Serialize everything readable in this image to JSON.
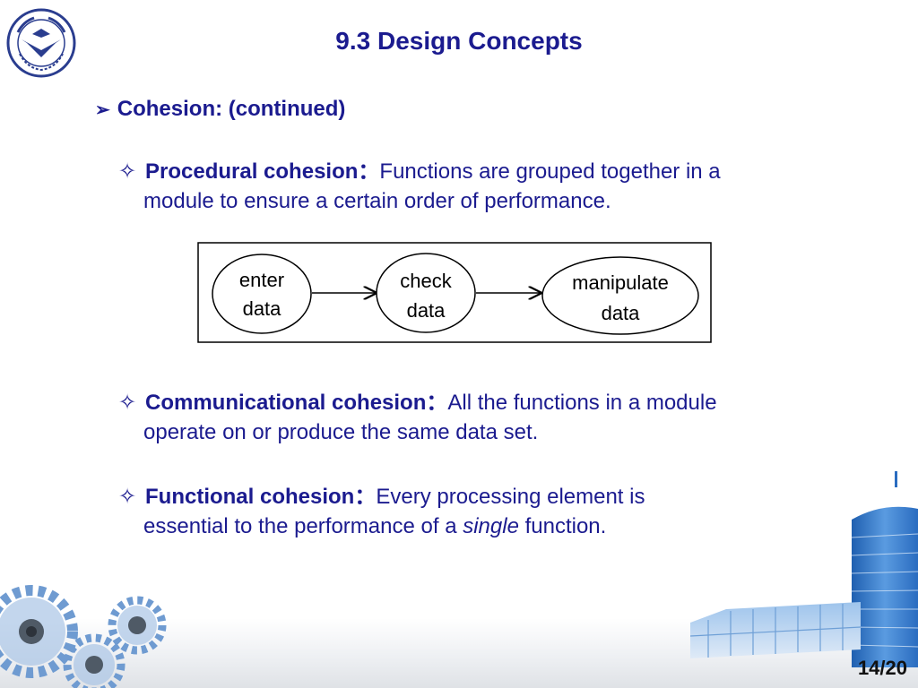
{
  "slide": {
    "title": "9.3  Design Concepts",
    "page_number": "14/20"
  },
  "logo": {
    "text": "ZHEJIANG UNIVERSITY",
    "year": "1897"
  },
  "bullet": {
    "marker": "➢",
    "label": "Cohesion: (continued)"
  },
  "items": [
    {
      "marker": "✧",
      "term": "Procedural cohesion：",
      "line1": "Functions are grouped together in a",
      "line2": "module to ensure a certain order of performance."
    },
    {
      "marker": "✧",
      "term": "Communicational cohesion：",
      "line1": "All the functions in a module",
      "line2": "operate on or produce the same data set."
    },
    {
      "marker": "✧",
      "term": "Functional cohesion：",
      "line1": "Every processing element is",
      "line2_before": "essential to the performance of a ",
      "line2_emph": "single",
      "line2_after": " function."
    }
  ],
  "diagram": {
    "nodes": [
      {
        "line1": "enter",
        "line2": "data"
      },
      {
        "line1": "check",
        "line2": "data"
      },
      {
        "line1": "manipulate",
        "line2": "data"
      }
    ]
  },
  "colors": {
    "text": "#1b1b8f",
    "page_number": "#111111",
    "diagram_stroke": "#000000"
  },
  "decorations": [
    "university-logo",
    "gears-image",
    "building-image"
  ]
}
